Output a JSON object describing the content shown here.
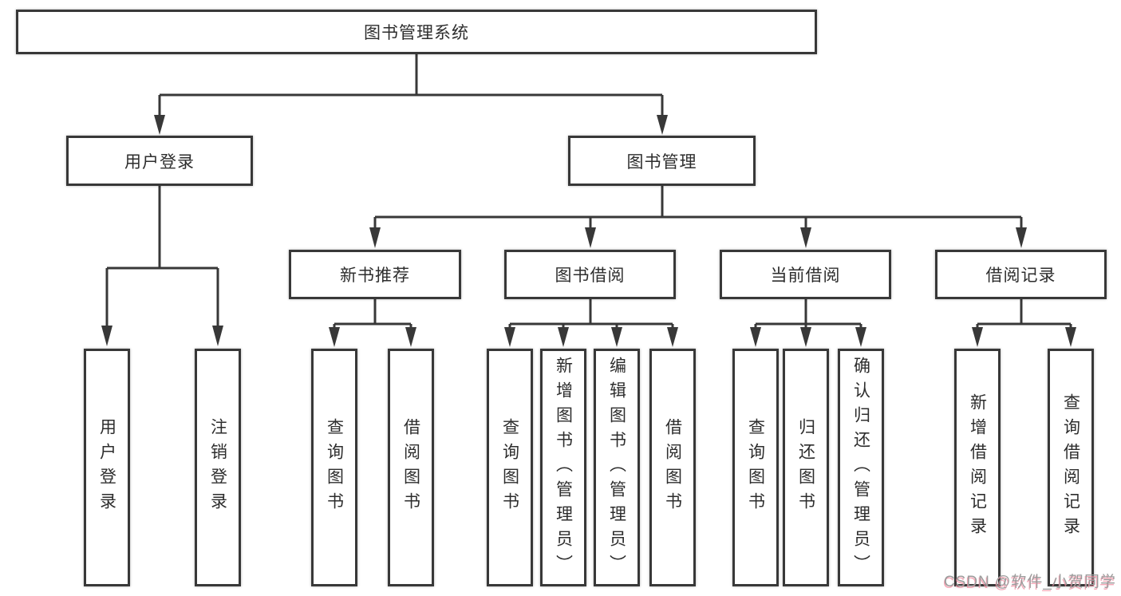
{
  "diagram": {
    "root": "图书管理系统",
    "branches": [
      {
        "label": "用户登录",
        "children": [
          "用户登录",
          "注销登录"
        ]
      },
      {
        "label": "图书管理",
        "children": [
          {
            "label": "新书推荐",
            "children": [
              "查询图书",
              "借阅图书"
            ]
          },
          {
            "label": "图书借阅",
            "children": [
              "查询图书",
              "新增图书（管理员）",
              "编辑图书（管理员）",
              "借阅图书"
            ]
          },
          {
            "label": "当前借阅",
            "children": [
              "查询图书",
              "归还图书",
              "确认归还（管理员）"
            ]
          },
          {
            "label": "借阅记录",
            "children": [
              "新增借阅记录",
              "查询借阅记录"
            ]
          }
        ]
      }
    ]
  },
  "watermark": "CSDN @软件_小贺同学",
  "colors": {
    "line": "#383838",
    "box_border": "#383838",
    "box_background": "#ffffff",
    "text": "#2d2d2d",
    "watermark_gray": "#9c9c9c",
    "watermark_pink": "#f28ca0"
  }
}
